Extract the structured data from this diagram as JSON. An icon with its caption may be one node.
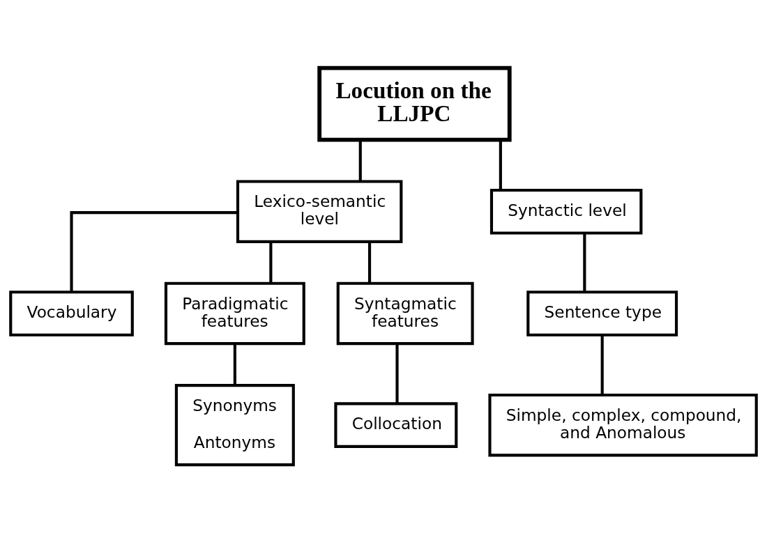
{
  "diagram": {
    "nodes": [
      {
        "text": [
          "Locution on the LLJPC"
        ]
      },
      {
        "text": [
          "Lexico-semantic level"
        ]
      },
      {
        "text": [
          "Syntactic level"
        ]
      },
      {
        "text": [
          "Vocabulary"
        ]
      },
      {
        "text": [
          "Paradigmatic features"
        ]
      },
      {
        "text": [
          "Syntagmatic features"
        ]
      },
      {
        "text": [
          "Synonyms",
          "Antonyms"
        ]
      },
      {
        "text": [
          "Collocation"
        ]
      },
      {
        "text": [
          "Sentence type"
        ]
      },
      {
        "text": [
          "Simple, complex, compound, and Anomalous"
        ]
      }
    ],
    "edges": [
      {
        "from": 0,
        "to": 1,
        "arrow": "none"
      },
      {
        "from": 0,
        "to": 2,
        "arrow": "none"
      },
      {
        "from": 1,
        "to": 3,
        "arrow": "none"
      },
      {
        "from": 1,
        "to": 4,
        "arrow": "none"
      },
      {
        "from": 1,
        "to": 5,
        "arrow": "none"
      },
      {
        "from": 4,
        "to": 6,
        "arrow": "none"
      },
      {
        "from": 5,
        "to": 7,
        "arrow": "none"
      },
      {
        "from": 2,
        "to": 8,
        "arrow": "none"
      },
      {
        "from": 8,
        "to": 9,
        "arrow": "none"
      }
    ]
  }
}
